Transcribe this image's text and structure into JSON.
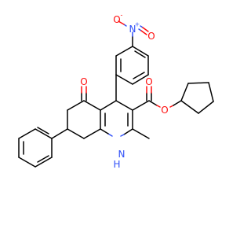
{
  "colors": {
    "carbon_bond": "#000000",
    "oxygen": "#ff0d0d",
    "nitrogen": "#3050f8",
    "background": "#ffffff"
  },
  "atoms": {
    "nitro_oxygen_minus": {
      "label": "O",
      "charge": "-"
    },
    "nitro_nitrogen_plus": {
      "label": "N",
      "charge": "+"
    },
    "nitro_oxygen_double": {
      "label": "O"
    },
    "ketone_oxygen": {
      "label": "O"
    },
    "ester_carbonyl_oxygen": {
      "label": "O"
    },
    "ester_ether_oxygen": {
      "label": "O"
    },
    "ring_nh": {
      "label": "N",
      "h_label": "H"
    }
  }
}
